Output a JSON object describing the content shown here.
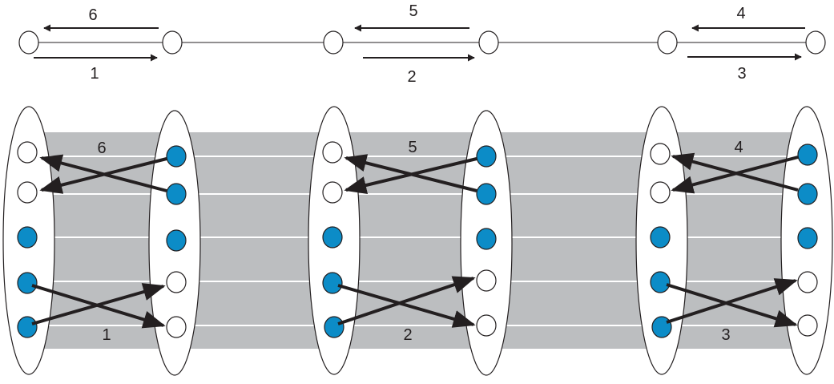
{
  "top_labels": {
    "l1": "1",
    "l2": "2",
    "l3": "3",
    "l4": "4",
    "l5": "5",
    "l6": "6"
  },
  "bottom_labels": {
    "b1": "1",
    "b2": "2",
    "b3": "3",
    "b4": "4",
    "b5": "5",
    "b6": "6"
  },
  "colors": {
    "node_filled": "#0c8cc7",
    "node_empty": "#ffffff",
    "band": "#bcbec0",
    "stroke": "#231f20"
  }
}
